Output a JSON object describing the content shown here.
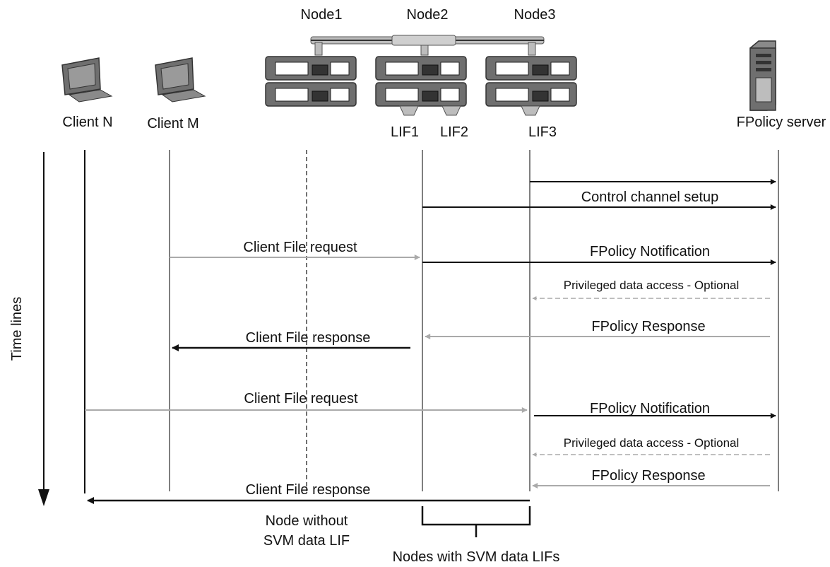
{
  "nodes": {
    "node1": "Node1",
    "node2": "Node2",
    "node3": "Node3"
  },
  "clients": {
    "client_n": "Client N",
    "client_m": "Client M"
  },
  "server": "FPolicy server",
  "lifs": {
    "lif1": "LIF1",
    "lif2": "LIF2",
    "lif3": "LIF3"
  },
  "timeline_label": "Time lines",
  "messages": {
    "control_setup": "Control channel setup",
    "client_req_1": "Client File request",
    "notification_1": "FPolicy Notification",
    "privileged_1": "Privileged data access - Optional",
    "response_1": "FPolicy Response",
    "client_resp_1": "Client File response",
    "client_req_2": "Client File request",
    "notification_2": "FPolicy Notification",
    "privileged_2": "Privileged data access - Optional",
    "response_2": "FPolicy Response",
    "client_resp_2": "Client File response"
  },
  "footer": {
    "node_without_1": "Node without",
    "node_without_2": "SVM data LIF",
    "nodes_with": "Nodes with SVM data LIFs"
  },
  "colors": {
    "black": "#111111",
    "gray": "#aaaaaa",
    "node_fill": "#6f6f6f"
  }
}
